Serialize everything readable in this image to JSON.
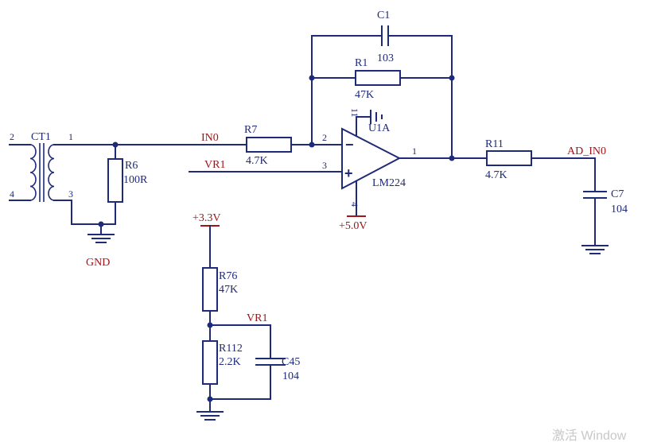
{
  "components": {
    "ct1": {
      "ref": "CT1",
      "pins": [
        "2",
        "4",
        "1",
        "3"
      ]
    },
    "r6": {
      "ref": "R6",
      "value": "100R"
    },
    "r7": {
      "ref": "R7",
      "value": "4.7K"
    },
    "r1": {
      "ref": "R1",
      "value": "47K"
    },
    "c1": {
      "ref": "C1",
      "value": "103"
    },
    "u1a": {
      "ref": "U1A",
      "part": "LM224",
      "pins": {
        "inv": "2",
        "noninv": "3",
        "out": "1",
        "vcc": "11",
        "gnd": "4"
      },
      "minus": "−",
      "plus": "+"
    },
    "r11": {
      "ref": "R11",
      "value": "4.7K"
    },
    "c7": {
      "ref": "C7",
      "value": "104"
    },
    "r76": {
      "ref": "R76",
      "value": "47K"
    },
    "r112": {
      "ref": "R112",
      "value": "2.2K"
    },
    "c45": {
      "ref": "C45",
      "value": "104"
    }
  },
  "nets": {
    "in0": "IN0",
    "vr1_input": "VR1",
    "vr1_divider": "VR1",
    "ad_in0": "AD_IN0",
    "gnd": "GND",
    "vcc_3v3": "+3.3V",
    "vcc_5v": "+5.0V"
  },
  "watermark": "激活 Window",
  "colors": {
    "wire": "#1f2a78",
    "net_label": "#a0151a",
    "background": "#ffffff"
  }
}
